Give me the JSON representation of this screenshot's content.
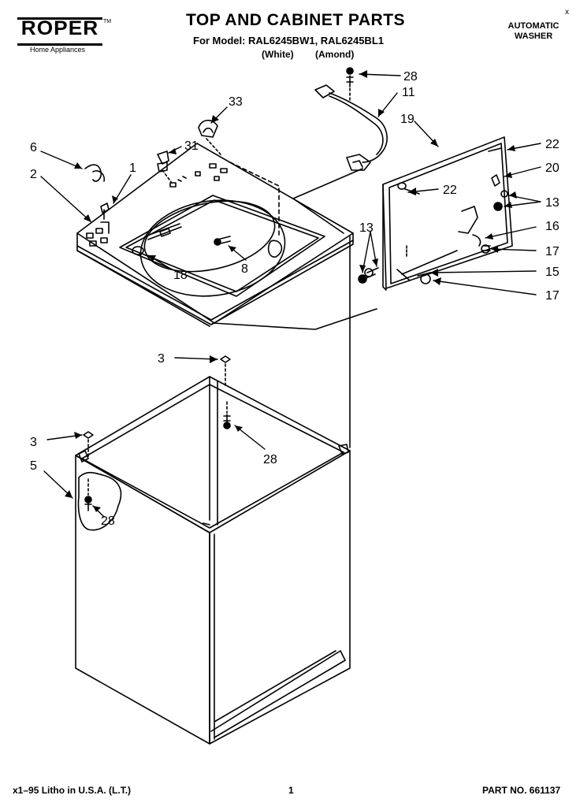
{
  "header": {
    "logo": "ROPER",
    "logo_tm": "TM",
    "logo_sub": "Home Appliances",
    "title": "TOP AND CABINET PARTS",
    "model_line": "For Model: RAL6245BW1, RAL6245BL1",
    "white_label": "(White)",
    "almond_label": "(Amond)",
    "product_line1": "AUTOMATIC",
    "product_line2": "WASHER",
    "corner_mark": "x"
  },
  "footer": {
    "printed": "x1–95 Litho in U.S.A. (L.T.)",
    "page": "1",
    "part_no": "PART NO. 661137"
  },
  "callouts": [
    {
      "id": "c6",
      "text": "6"
    },
    {
      "id": "c1",
      "text": "1"
    },
    {
      "id": "c2",
      "text": "2"
    },
    {
      "id": "c33",
      "text": "33"
    },
    {
      "id": "c31",
      "text": "31"
    },
    {
      "id": "c28a",
      "text": "28"
    },
    {
      "id": "c11",
      "text": "11"
    },
    {
      "id": "c19",
      "text": "19"
    },
    {
      "id": "c22a",
      "text": "22"
    },
    {
      "id": "c20",
      "text": "20"
    },
    {
      "id": "c22b",
      "text": "22"
    },
    {
      "id": "c13a",
      "text": "13"
    },
    {
      "id": "c16",
      "text": "16"
    },
    {
      "id": "c17a",
      "text": "17"
    },
    {
      "id": "c13b",
      "text": "13"
    },
    {
      "id": "c15",
      "text": "15"
    },
    {
      "id": "c17b",
      "text": "17"
    },
    {
      "id": "c18",
      "text": "18"
    },
    {
      "id": "c8",
      "text": "8"
    },
    {
      "id": "c3a",
      "text": "3"
    },
    {
      "id": "c28b",
      "text": "28"
    },
    {
      "id": "c3b",
      "text": "3"
    },
    {
      "id": "c5",
      "text": "5"
    },
    {
      "id": "c28c",
      "text": "28"
    }
  ]
}
